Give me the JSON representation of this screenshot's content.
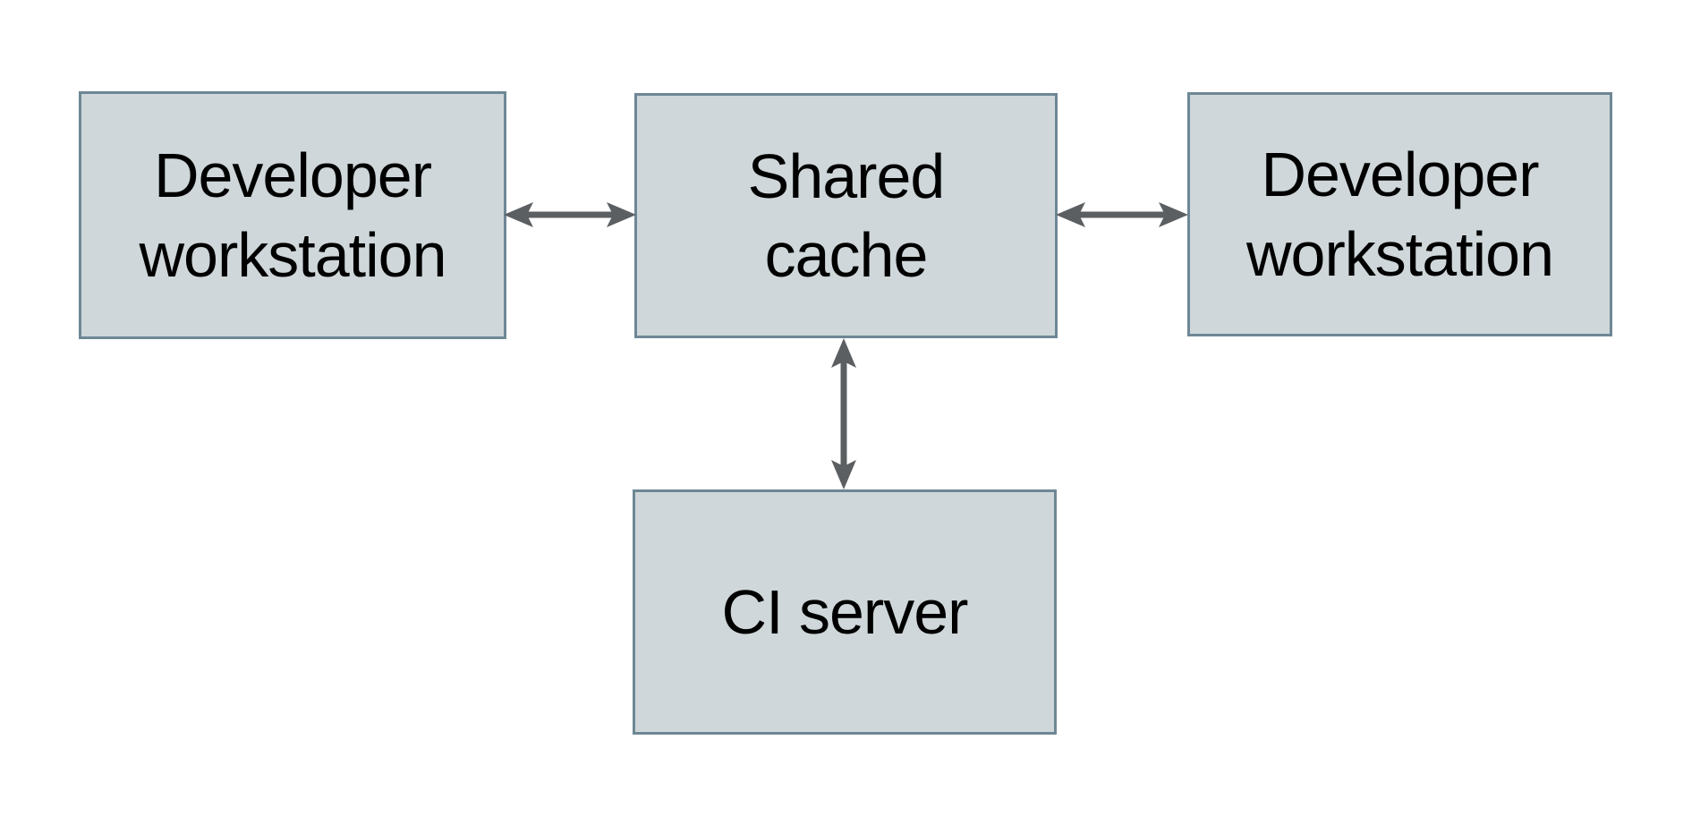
{
  "diagram": {
    "type": "architecture-diagram",
    "nodes": [
      {
        "id": "developer-workstation-left",
        "label": "Developer workstation"
      },
      {
        "id": "shared-cache",
        "label": "Shared cache"
      },
      {
        "id": "developer-workstation-right",
        "label": "Developer workstation"
      },
      {
        "id": "ci-server",
        "label": "CI server"
      }
    ],
    "edges": [
      {
        "from": "Developer workstation (left)",
        "to": "Shared cache",
        "direction": "bidirectional"
      },
      {
        "from": "Shared cache",
        "to": "Developer workstation (right)",
        "direction": "bidirectional"
      },
      {
        "from": "Shared cache",
        "to": "CI server",
        "direction": "bidirectional"
      }
    ],
    "colors": {
      "background": "#ffffff",
      "node_fill": "#cfd7da",
      "node_border": "#6e8795",
      "arrow": "#5c5f62",
      "text": "#000000"
    }
  }
}
